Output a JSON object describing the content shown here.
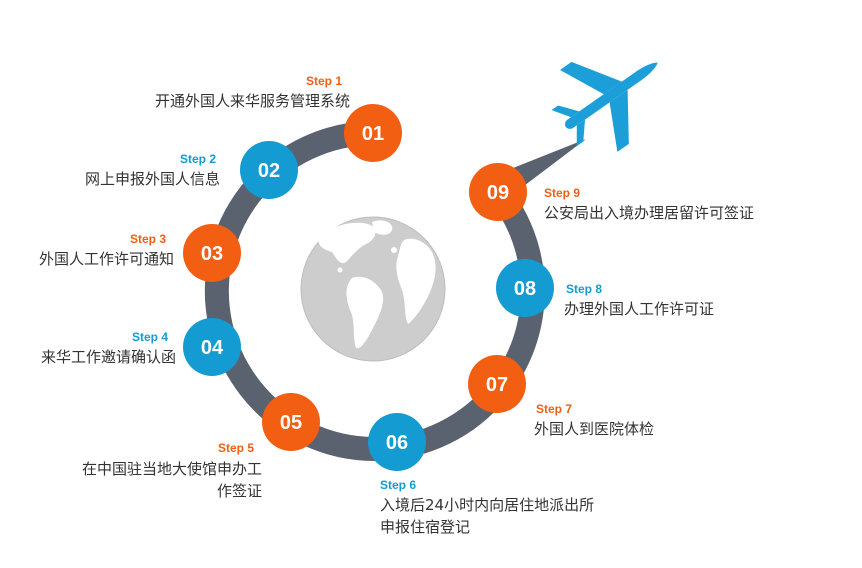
{
  "colors": {
    "orange": "#F25E12",
    "blue": "#149BD2",
    "ring": "#5A6270",
    "globe": "#C8C8C8",
    "text": "#333333"
  },
  "steps": [
    {
      "num": "01",
      "label": "Step 1",
      "text": [
        "开通外国人来华服务管理系统"
      ],
      "color": "orange"
    },
    {
      "num": "02",
      "label": "Step 2",
      "text": [
        "网上申报外国人信息"
      ],
      "color": "blue"
    },
    {
      "num": "03",
      "label": "Step 3",
      "text": [
        "外国人工作许可通知"
      ],
      "color": "orange"
    },
    {
      "num": "04",
      "label": "Step 4",
      "text": [
        "来华工作邀请确认函"
      ],
      "color": "blue"
    },
    {
      "num": "05",
      "label": "Step 5",
      "text": [
        "在中国驻当地大使馆申办工",
        "作签证"
      ],
      "color": "orange"
    },
    {
      "num": "06",
      "label": "Step 6",
      "text": [
        "入境后24小时内向居住地派出所",
        "申报住宿登记"
      ],
      "color": "blue"
    },
    {
      "num": "07",
      "label": "Step 7",
      "text": [
        "外国人到医院体检"
      ],
      "color": "orange"
    },
    {
      "num": "08",
      "label": "Step 8",
      "text": [
        "办理外国人工作许可证"
      ],
      "color": "blue"
    },
    {
      "num": "09",
      "label": "Step 9",
      "text": [
        "公安局出入境办理居留许可签证"
      ],
      "color": "orange"
    }
  ],
  "icons": {
    "center": "globe-icon",
    "top_right": "airplane-icon"
  }
}
